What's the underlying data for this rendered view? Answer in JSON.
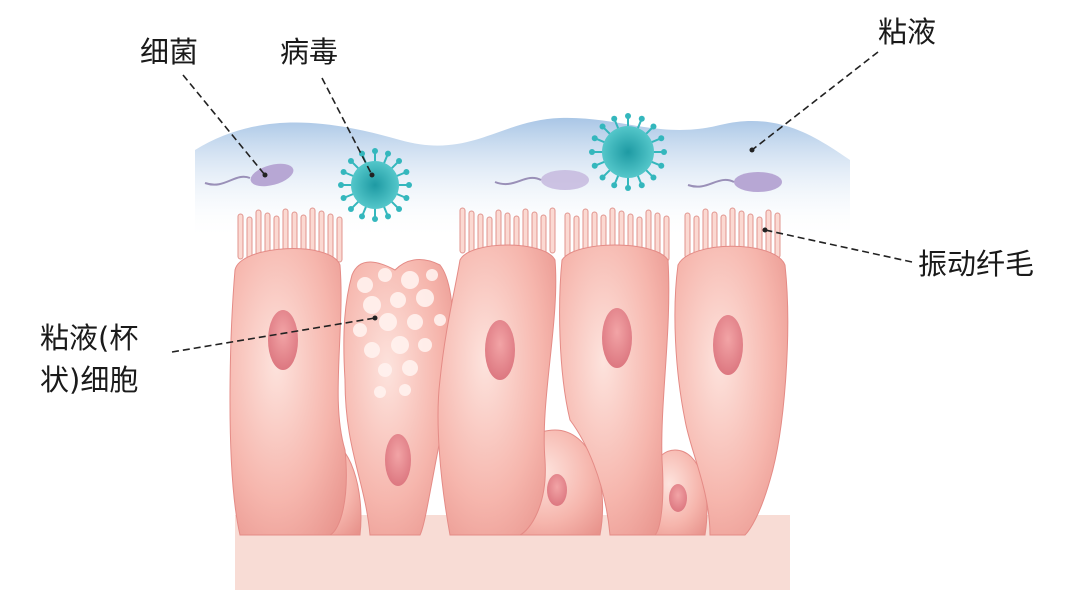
{
  "labels": {
    "bacteria": "细菌",
    "virus": "病毒",
    "mucus": "粘液",
    "cilia": "振动纤毛",
    "goblet_cell_line1": "粘液(杯",
    "goblet_cell_line2": "状)细胞"
  },
  "colors": {
    "mucus": "#b9d3ea",
    "cell": "#f4a9a0",
    "nucleus": "#e07c82",
    "virus": "#34b7bd",
    "bacteria": "#b7a7d4",
    "base": "#f7d6cf"
  }
}
